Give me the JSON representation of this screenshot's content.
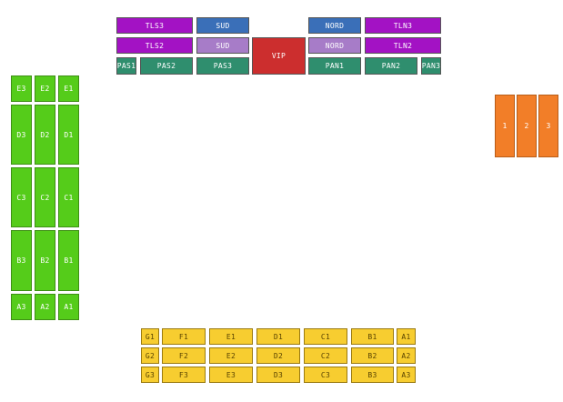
{
  "colors": {
    "tribune": "#a312c4",
    "cardinal": "#3a6fb8",
    "cardinal_lower": "#a77cc8",
    "vip": "#cc2e2e",
    "pas_pan": "#2f8e6e",
    "left_sections": "#55cc1a",
    "right_sections": "#f27e28",
    "bottom_sections": "#f7cd30"
  },
  "top": {
    "row1": [
      "TLS3",
      "SUD",
      "NORD",
      "TLN3"
    ],
    "row2": [
      "TLS2",
      "SUD",
      "NORD",
      "TLN2"
    ],
    "vip": "VIP",
    "row3": [
      "PAS1",
      "PAS2",
      "PAS3",
      "PAN1",
      "PAN2",
      "PAN3"
    ]
  },
  "left": [
    [
      "E3",
      "E2",
      "E1"
    ],
    [
      "D3",
      "D2",
      "D1"
    ],
    [
      "C3",
      "C2",
      "C1"
    ],
    [
      "B3",
      "B2",
      "B1"
    ],
    [
      "A3",
      "A2",
      "A1"
    ]
  ],
  "right": [
    "1",
    "2",
    "3"
  ],
  "bottom": [
    [
      "G1",
      "F1",
      "E1",
      "D1",
      "C1",
      "B1",
      "A1"
    ],
    [
      "G2",
      "F2",
      "E2",
      "D2",
      "C2",
      "B2",
      "A2"
    ],
    [
      "G3",
      "F3",
      "E3",
      "D3",
      "C3",
      "B3",
      "A3"
    ]
  ]
}
